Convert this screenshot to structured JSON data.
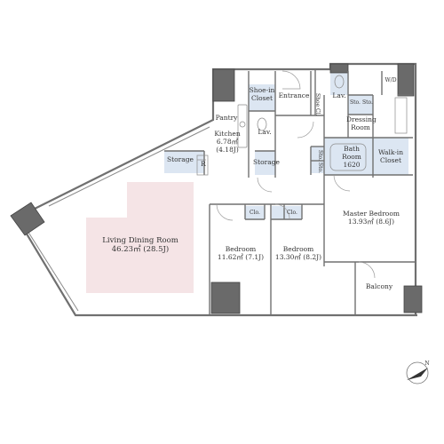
{
  "rooms": {
    "living_dining": {
      "name": "Living Dining Room",
      "area": "46.23㎡ (28.5J)"
    },
    "kitchen": {
      "name": "Kitchen",
      "area": "6.78㎡",
      "tatami": "(4.18J)"
    },
    "pantry": "Pantry",
    "lav_kitchen": "Lav.",
    "storage_left": "Storage",
    "storage_mid": "Storage",
    "refrigerator": "R",
    "shoe_closet": {
      "line1": "Shoe-in",
      "line2": "Closet"
    },
    "entrance": "Entrance",
    "shoe_cl": "Shoe Cl.",
    "lav_top": "Lav.",
    "dressing_room": {
      "line1": "Dressing",
      "line2": "Room"
    },
    "sto1": "Sto.",
    "sto2": "Sto.",
    "wd": "W/D",
    "bath_room": {
      "line1": "Bath",
      "line2": "Room",
      "size": "1620"
    },
    "sto_v1": "Sto.",
    "sto_v2": "Sto.",
    "walk_in_closet": {
      "line1": "Walk-in",
      "line2": "Closet"
    },
    "master_bedroom": {
      "name": "Master Bedroom",
      "area": "13.93㎡ (8.6J)"
    },
    "bedroom1": {
      "name": "Bedroom",
      "area": "11.62㎡ (7.1J)",
      "closet": "Clo."
    },
    "bedroom2": {
      "name": "Bedroom",
      "area": "13.30㎡ (8.2J)",
      "closet": "Clo."
    },
    "balcony": "Balcony"
  },
  "compass": {
    "letter": "N"
  },
  "colors": {
    "wall": "#707070",
    "living_fill": "#f5e4e6",
    "wet_fill": "#dce6f2",
    "column": "#6a6a6a"
  }
}
